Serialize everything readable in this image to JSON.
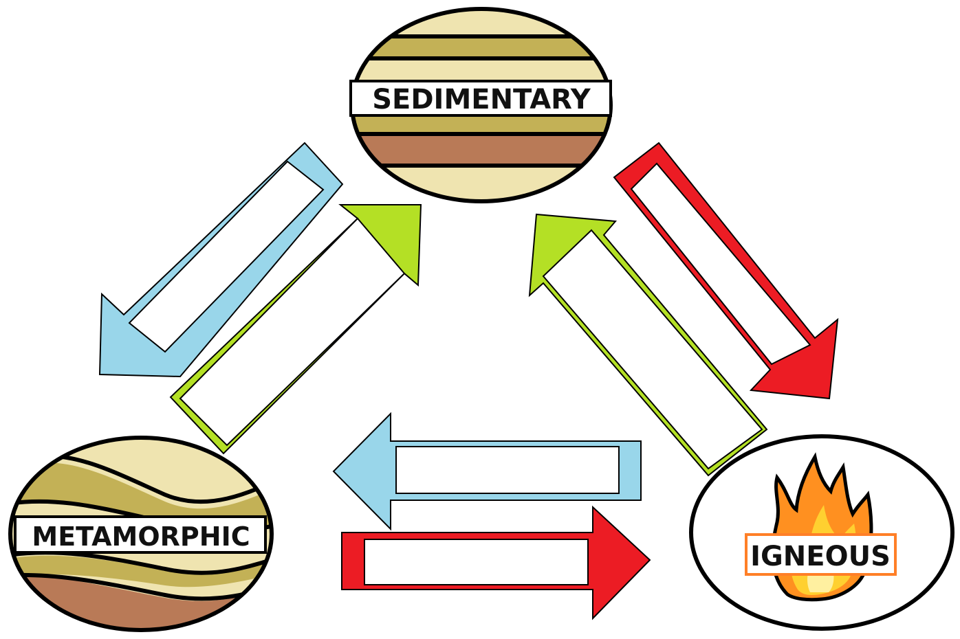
{
  "diagram": {
    "nodes": {
      "sedimentary": {
        "label": "SEDIMENTARY"
      },
      "metamorphic": {
        "label": "METAMORPHIC"
      },
      "igneous": {
        "label": "IGNEOUS"
      }
    },
    "arrows": [
      {
        "id": "sed-to-met",
        "color": "#99d6ea",
        "label": ""
      },
      {
        "id": "met-to-sed",
        "color": "#b4e025",
        "label": ""
      },
      {
        "id": "sed-to-ign",
        "color": "#ec1c24",
        "label": ""
      },
      {
        "id": "ign-to-sed",
        "color": "#b4e025",
        "label": ""
      },
      {
        "id": "ign-to-met",
        "color": "#99d6ea",
        "label": ""
      },
      {
        "id": "met-to-ign",
        "color": "#ec1c24",
        "label": ""
      }
    ],
    "colors": {
      "sand": "#efe4b0",
      "olive": "#c3b156",
      "clay": "#b97a57",
      "blue": "#99d6ea",
      "green": "#b4e025",
      "red": "#ec1c24",
      "flame_orange": "#ff9020",
      "flame_yellow": "#ffd030",
      "label_border_orange": "#ff7f27"
    }
  }
}
